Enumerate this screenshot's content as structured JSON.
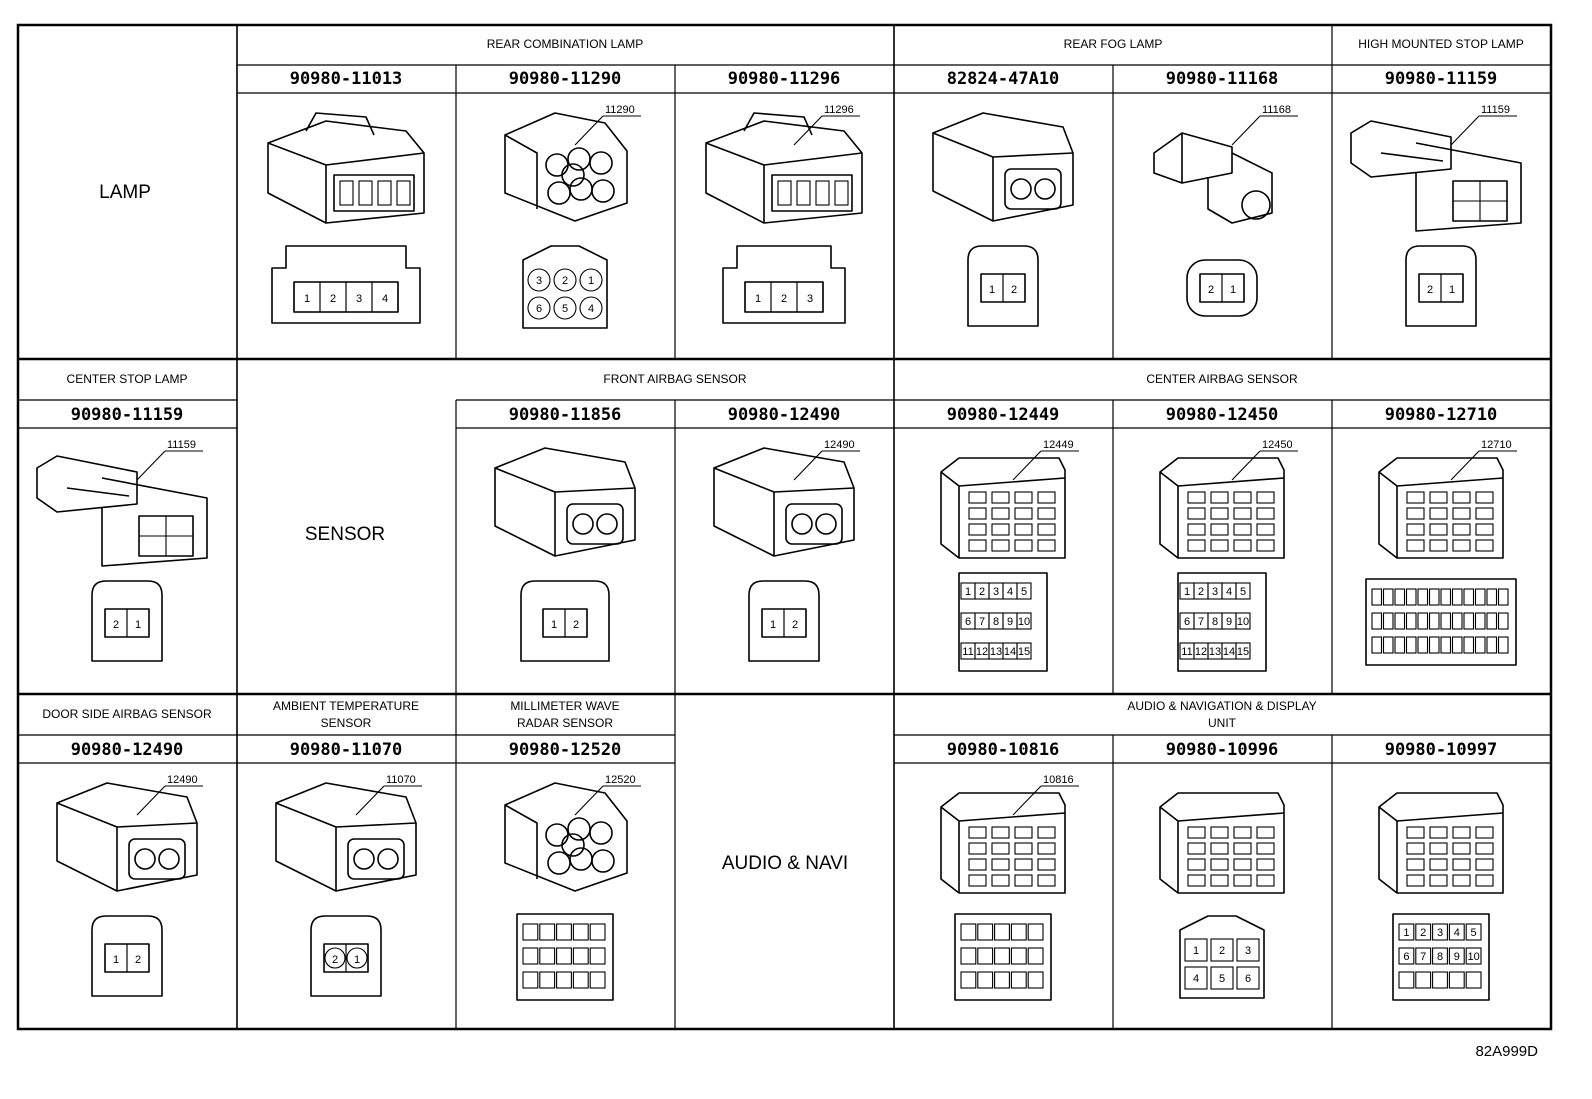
{
  "sheet": {
    "ref_code": "82A999D"
  },
  "categories": {
    "lamp": "LAMP",
    "sensor": "SENSOR",
    "audio": "AUDIO & NAVI"
  },
  "groups": {
    "rear_combination_lamp": "REAR COMBINATION LAMP",
    "rear_fog_lamp": "REAR FOG LAMP",
    "high_mounted_stop_lamp": "HIGH MOUNTED STOP LAMP",
    "center_stop_lamp": "CENTER STOP LAMP",
    "front_airbag_sensor": "FRONT AIRBAG SENSOR",
    "center_airbag_sensor": "CENTER AIRBAG SENSOR",
    "door_side_airbag_sensor": "DOOR SIDE AIRBAG SENSOR",
    "ambient_temperature_sensor_1": "AMBIENT TEMPERATURE",
    "ambient_temperature_sensor_2": "SENSOR",
    "millimeter_wave_radar_sensor_1": "MILLIMETER WAVE",
    "millimeter_wave_radar_sensor_2": "RADAR SENSOR",
    "audio_navigation_display_unit_1": "AUDIO & NAVIGATION & DISPLAY",
    "audio_navigation_display_unit_2": "UNIT"
  },
  "connectors": [
    {
      "part": "90980-11013",
      "callout": "",
      "pins": [
        "1",
        "2",
        "3",
        "4"
      ]
    },
    {
      "part": "90980-11290",
      "callout": "11290",
      "pins": [
        "3",
        "2",
        "1",
        "6",
        "5",
        "4"
      ]
    },
    {
      "part": "90980-11296",
      "callout": "11296",
      "pins": [
        "1",
        "2",
        "3"
      ]
    },
    {
      "part": "82824-47A10",
      "callout": "",
      "pins": [
        "1",
        "2"
      ]
    },
    {
      "part": "90980-11168",
      "callout": "11168",
      "pins": [
        "2",
        "1"
      ]
    },
    {
      "part": "90980-11159",
      "callout": "11159",
      "pins": [
        "2",
        "1"
      ]
    },
    {
      "part": "90980-11159",
      "callout": "11159",
      "pins": [
        "2",
        "1"
      ]
    },
    {
      "part": "90980-11856",
      "callout": "",
      "pins": [
        "1",
        "2"
      ]
    },
    {
      "part": "90980-12490",
      "callout": "12490",
      "pins": [
        "1",
        "2"
      ]
    },
    {
      "part": "90980-12449",
      "callout": "12449",
      "pins": [
        "1",
        "2",
        "3",
        "4",
        "5",
        "6",
        "7",
        "8",
        "9",
        "10",
        "11",
        "12",
        "13",
        "14",
        "15"
      ]
    },
    {
      "part": "90980-12450",
      "callout": "12450",
      "pins": [
        "1",
        "2",
        "3",
        "4",
        "5",
        "6",
        "7",
        "8",
        "9",
        "10",
        "11",
        "12",
        "13",
        "14",
        "15"
      ]
    },
    {
      "part": "90980-12710",
      "callout": "12710",
      "pins": []
    },
    {
      "part": "90980-12490",
      "callout": "12490",
      "pins": [
        "1",
        "2"
      ]
    },
    {
      "part": "90980-11070",
      "callout": "11070",
      "pins": [
        "2",
        "1"
      ]
    },
    {
      "part": "90980-12520",
      "callout": "12520",
      "pins": []
    },
    {
      "part": "90980-10816",
      "callout": "10816",
      "pins": []
    },
    {
      "part": "90980-10996",
      "callout": "",
      "pins": [
        "1",
        "2",
        "3",
        "4",
        "5",
        "6"
      ]
    },
    {
      "part": "90980-10997",
      "callout": "",
      "pins": [
        "1",
        "2",
        "3",
        "4",
        "5",
        "6",
        "7",
        "8",
        "9",
        "10"
      ]
    }
  ]
}
